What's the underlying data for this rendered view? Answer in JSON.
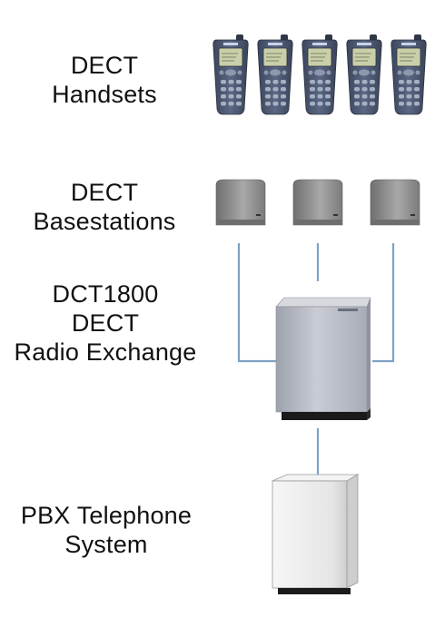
{
  "labels": {
    "handsets": [
      "DECT",
      "Handsets"
    ],
    "basestations": [
      "DECT",
      "Basestations"
    ],
    "exchange": [
      "DCT1800",
      "DECT",
      "Radio Exchange"
    ],
    "pbx": [
      "PBX Telephone",
      "System"
    ]
  },
  "colors": {
    "connector": "#7ea2c4",
    "handset_body": "#4d5a73",
    "handset_screen": "#c9cfa8",
    "basestation_body": "#9b9b9b",
    "exchange_body": "#b9bcc6",
    "pbx_body": "#ececec"
  },
  "counts": {
    "handsets": 5,
    "basestations": 3
  }
}
